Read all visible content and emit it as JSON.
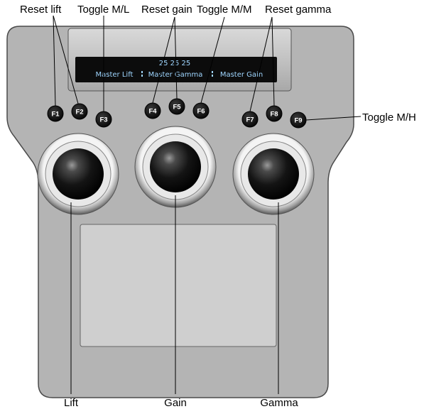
{
  "display": {
    "values": "25  25  25",
    "labels": [
      "Master Lift",
      "Master Gamma",
      "Master Gain"
    ]
  },
  "function_keys": [
    "F1",
    "F2",
    "F3",
    "F4",
    "F5",
    "F6",
    "F7",
    "F8",
    "F9"
  ],
  "callouts": {
    "reset_lift": "Reset lift",
    "toggle_ml": "Toggle M/L",
    "reset_gain": "Reset gain",
    "toggle_mm": "Toggle M/M",
    "reset_gamma": "Reset gamma",
    "toggle_mh": "Toggle M/H",
    "lift": "Lift",
    "gain": "Gain",
    "gamma": "Gamma"
  },
  "colors": {
    "panel": "#b4b4b4",
    "display_bg": "#0c0c0c",
    "display_text": "#9fd6ff",
    "key": "#111111"
  }
}
